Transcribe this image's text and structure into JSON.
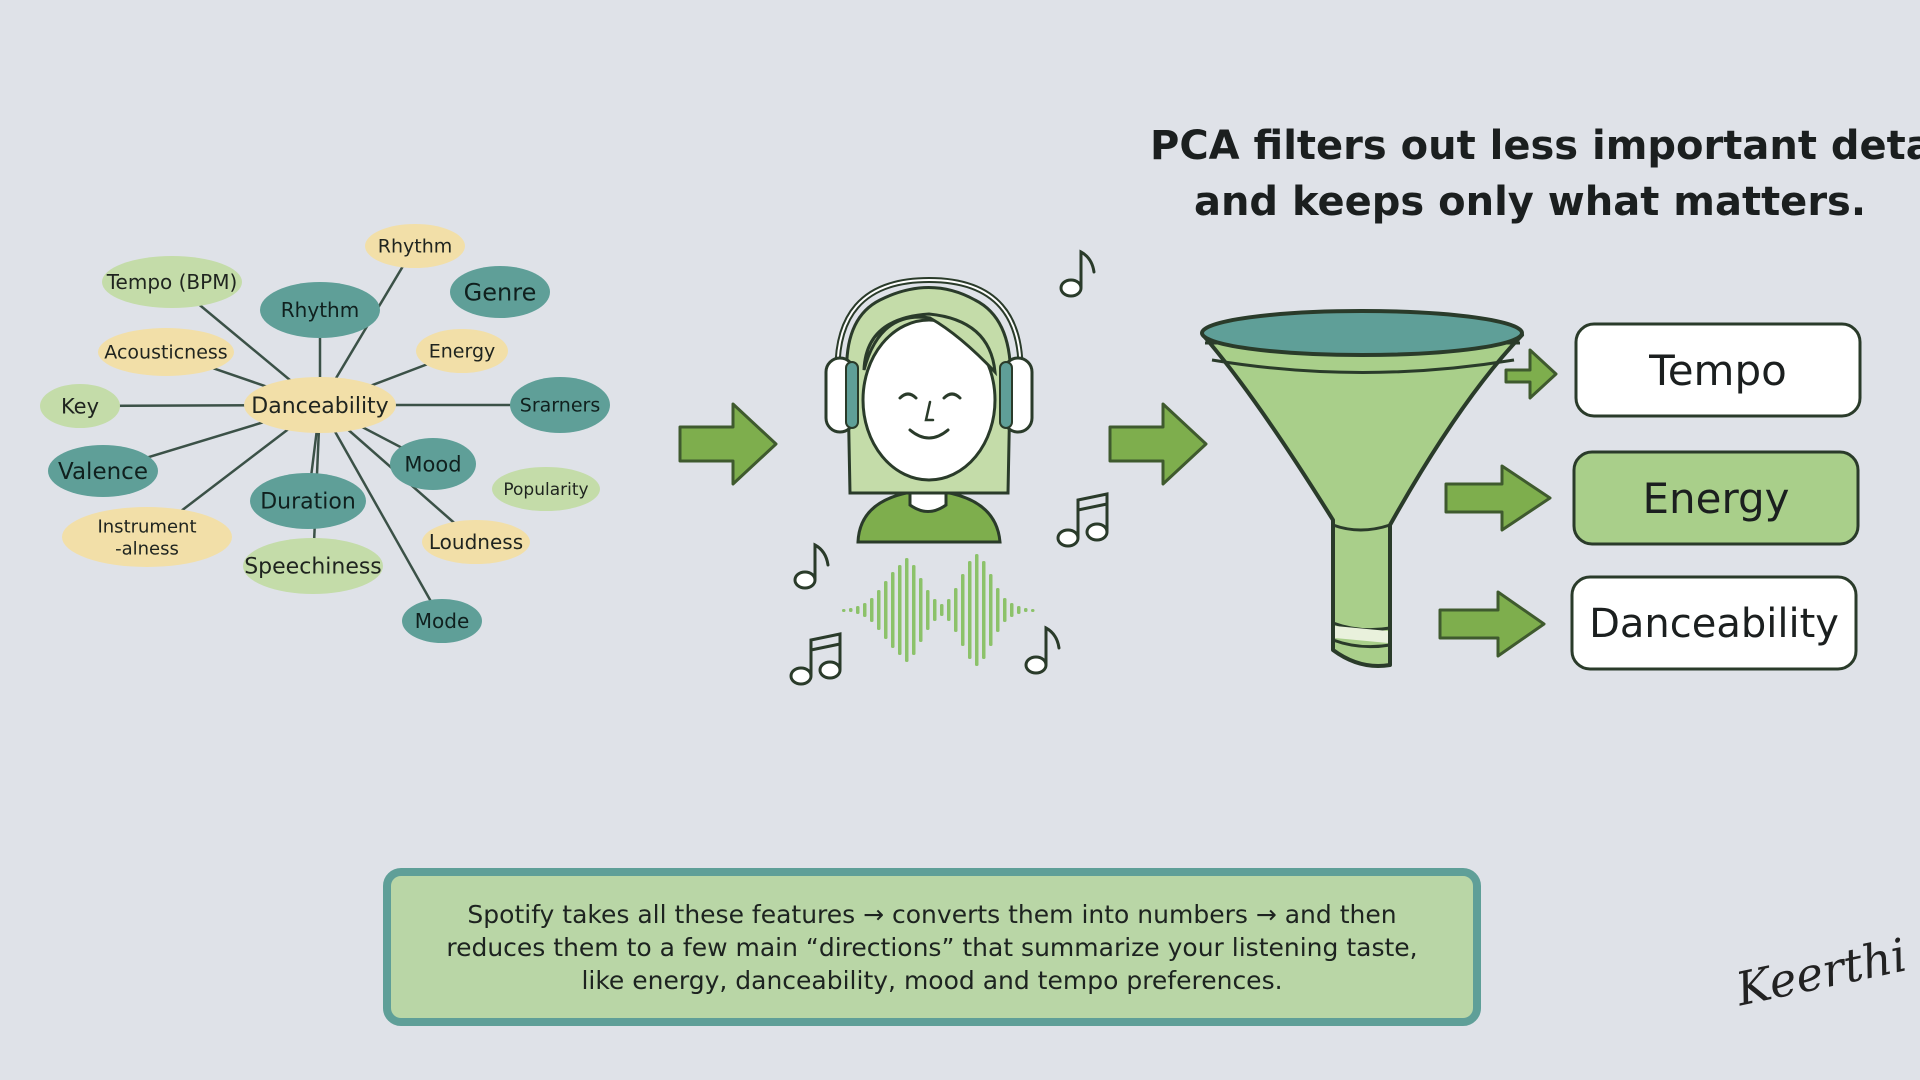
{
  "headline": {
    "line1": "PCA filters out less important details",
    "line2": "and keeps only what matters."
  },
  "features": {
    "center": "Danceability",
    "nodes": [
      {
        "id": "tempo-bpm",
        "label": "Tempo (BPM)",
        "color": "#c4dca9"
      },
      {
        "id": "rhythm-top",
        "label": "Rhythm",
        "color": "#f2dfa8"
      },
      {
        "id": "rhythm",
        "label": "Rhythm",
        "color": "#5f9f98"
      },
      {
        "id": "genre",
        "label": "Genre",
        "color": "#5f9f98"
      },
      {
        "id": "acousticness",
        "label": "Acousticness",
        "color": "#f2dfa8"
      },
      {
        "id": "energy",
        "label": "Energy",
        "color": "#f2dfa8"
      },
      {
        "id": "key",
        "label": "Key",
        "color": "#c4dca9"
      },
      {
        "id": "srarners",
        "label": "Srarners",
        "color": "#5f9f98"
      },
      {
        "id": "valence",
        "label": "Valence",
        "color": "#5f9f98"
      },
      {
        "id": "mood",
        "label": "Mood",
        "color": "#5f9f98"
      },
      {
        "id": "popularity",
        "label": "Popularity",
        "color": "#c4dca9"
      },
      {
        "id": "duration",
        "label": "Duration",
        "color": "#5f9f98"
      },
      {
        "id": "instrumentalness",
        "label": "Instrument\n-alness",
        "color": "#f2dfa8"
      },
      {
        "id": "loudness",
        "label": "Loudness",
        "color": "#f2dfa8"
      },
      {
        "id": "speechiness",
        "label": "Speechiness",
        "color": "#c4dca9"
      },
      {
        "id": "mode",
        "label": "Mode",
        "color": "#5f9f98"
      }
    ]
  },
  "outputs": [
    {
      "label": "Tempo",
      "style": "white"
    },
    {
      "label": "Energy",
      "style": "green"
    },
    {
      "label": "Danceability",
      "style": "white"
    }
  ],
  "caption": {
    "line1": "Spotify takes all these features → converts them into numbers → and then",
    "line2": "reduces them to a few main “directions” that summarize your listening taste,",
    "line3": "like energy, danceability, mood and tempo preferences."
  },
  "signature": "Keerthi",
  "colors": {
    "teal": "#5f9f98",
    "light_green": "#c4dca9",
    "yellow": "#f2dfa8",
    "arrow_green": "#7eae4d",
    "funnel": "#a9cf8a",
    "background": "#dfe2e8"
  },
  "icons": [
    "arrow-right-icon",
    "listener-avatar-icon",
    "headphones-icon",
    "music-note-icon",
    "sound-wave-icon",
    "funnel-icon"
  ]
}
